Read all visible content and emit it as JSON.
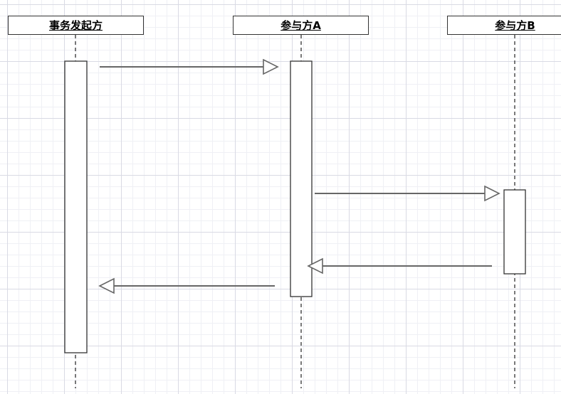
{
  "diagram": {
    "participants": [
      {
        "name": "事务发起方"
      },
      {
        "name": "参与方A"
      },
      {
        "name": "参与方B"
      }
    ]
  }
}
